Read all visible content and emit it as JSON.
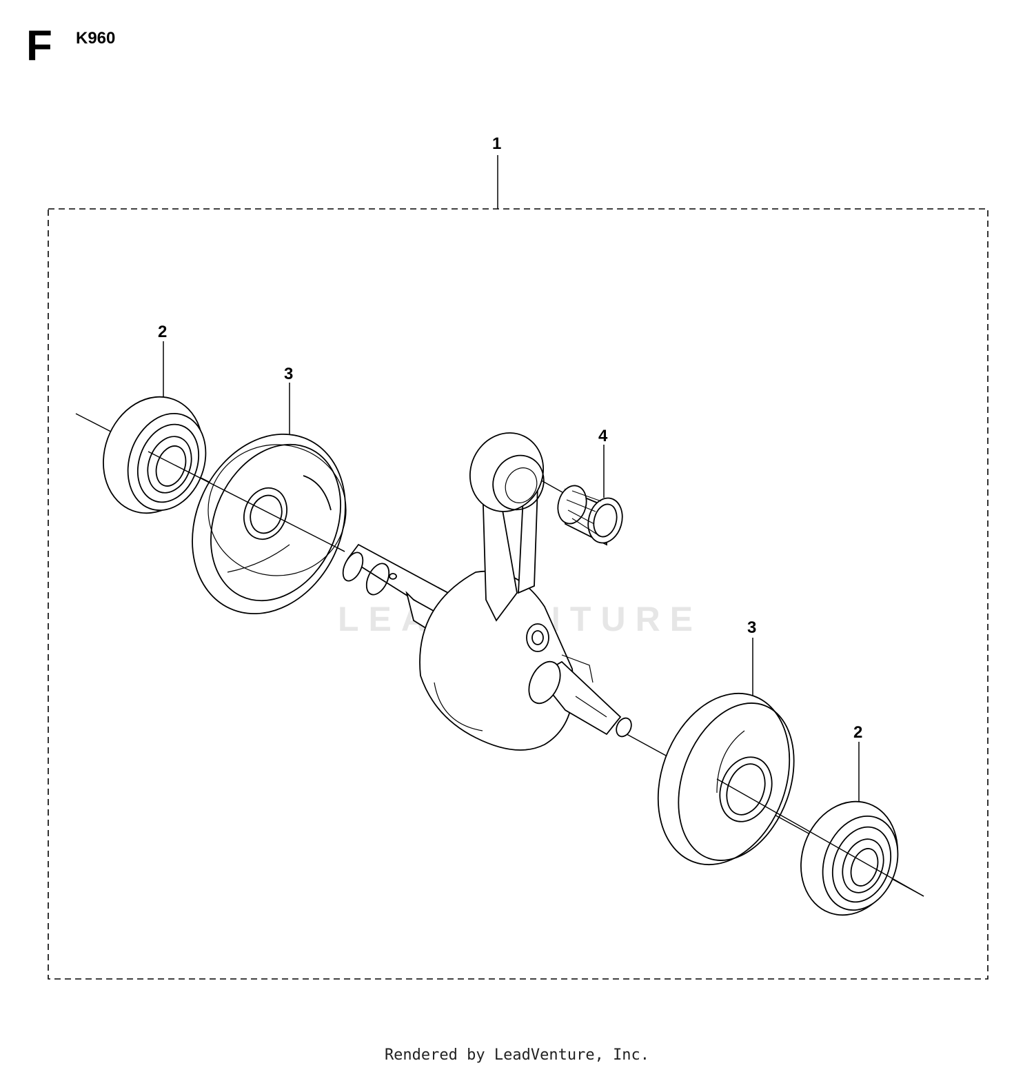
{
  "header": {
    "section_letter": "F",
    "model": "K960"
  },
  "callouts": {
    "assembly": "1",
    "bearing_left": "2",
    "seal_left": "3",
    "needle_bearing": "4",
    "seal_right": "3",
    "bearing_right": "2"
  },
  "watermark": "LEADVENTURE",
  "footer": {
    "credit": "Rendered by LeadVenture, Inc."
  },
  "colors": {
    "line": "#000000",
    "watermark": "#e6e6e6"
  }
}
